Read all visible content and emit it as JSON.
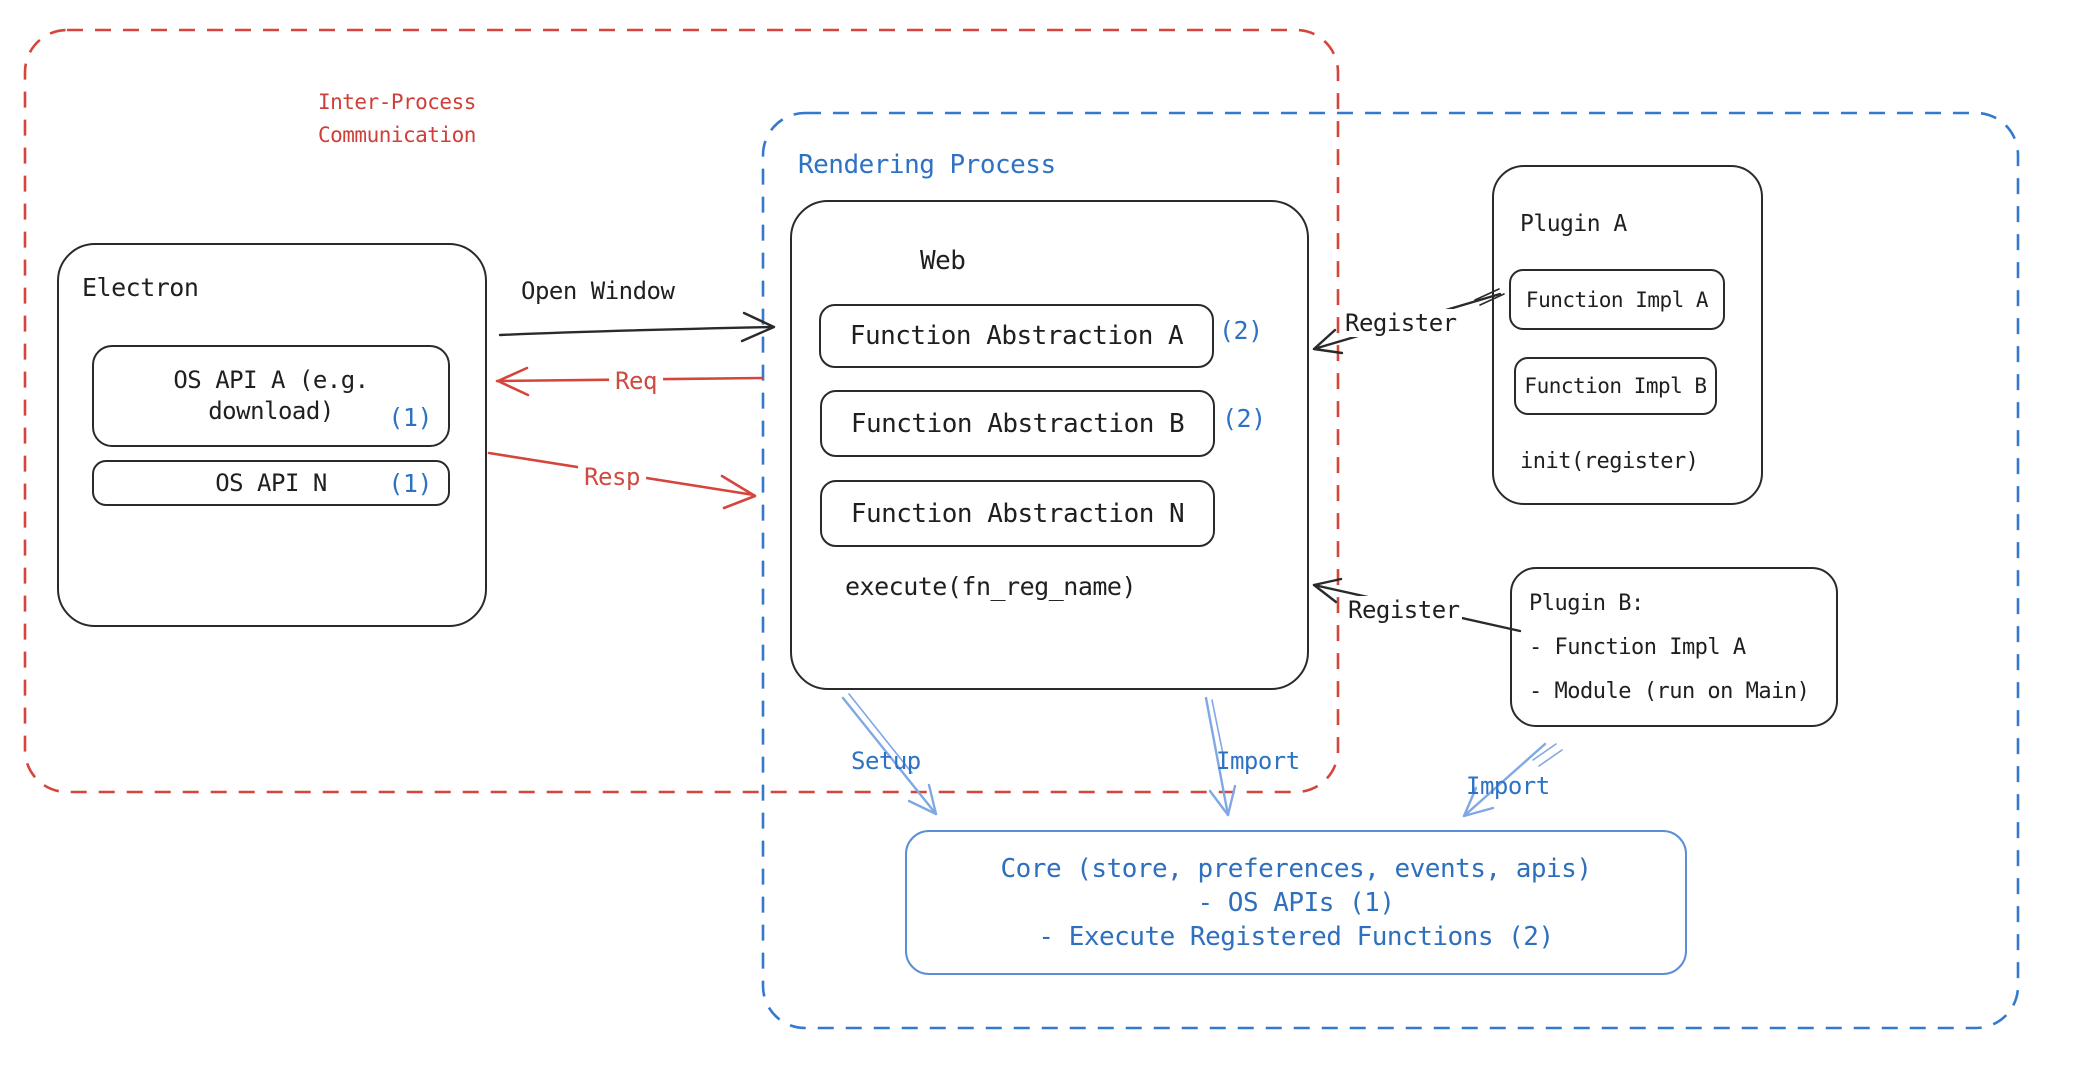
{
  "groups": {
    "ipc": {
      "line1": "Inter-Process",
      "line2": "Communication"
    },
    "rendering": {
      "label": "Rendering Process"
    }
  },
  "electron": {
    "title": "Electron",
    "api_a_line1": "OS API A (e.g.",
    "api_a_line2": "download)",
    "api_a_num": "(1)",
    "api_n_label": "OS API N",
    "api_n_num": "(1)"
  },
  "web": {
    "title": "Web",
    "fn_a": "Function Abstraction A",
    "fn_a_num": "(2)",
    "fn_b": "Function Abstraction B",
    "fn_b_num": "(2)",
    "fn_n": "Function Abstraction N",
    "execute_fn": "execute(fn_reg_name)"
  },
  "plugin_a": {
    "title": "Plugin A",
    "impl_a": "Function Impl A",
    "impl_b": "Function Impl B",
    "init_fn": "init(register)"
  },
  "plugin_b": {
    "title": "Plugin B:",
    "item1": "- Function Impl A",
    "item2": "- Module (run on Main)"
  },
  "core": {
    "line1": "Core (store, preferences, events, apis)",
    "line2": "- OS APIs (1)",
    "line3": "- Execute Registered Functions (2)"
  },
  "arrows": {
    "open_window": "Open Window",
    "req": "Req",
    "resp": "Resp",
    "register_a": "Register",
    "register_b": "Register",
    "setup": "Setup",
    "import_web": "Import",
    "import_plugin": "Import"
  },
  "colors": {
    "red": "#d6453c",
    "blue_text": "#2e72c4",
    "blue_dashed_border": "#3579cf",
    "blue_arrow": "#7fa8e4",
    "core_border": "#5b8ed6",
    "ink_black": "#2a2a2a",
    "background": "#ffffff"
  }
}
